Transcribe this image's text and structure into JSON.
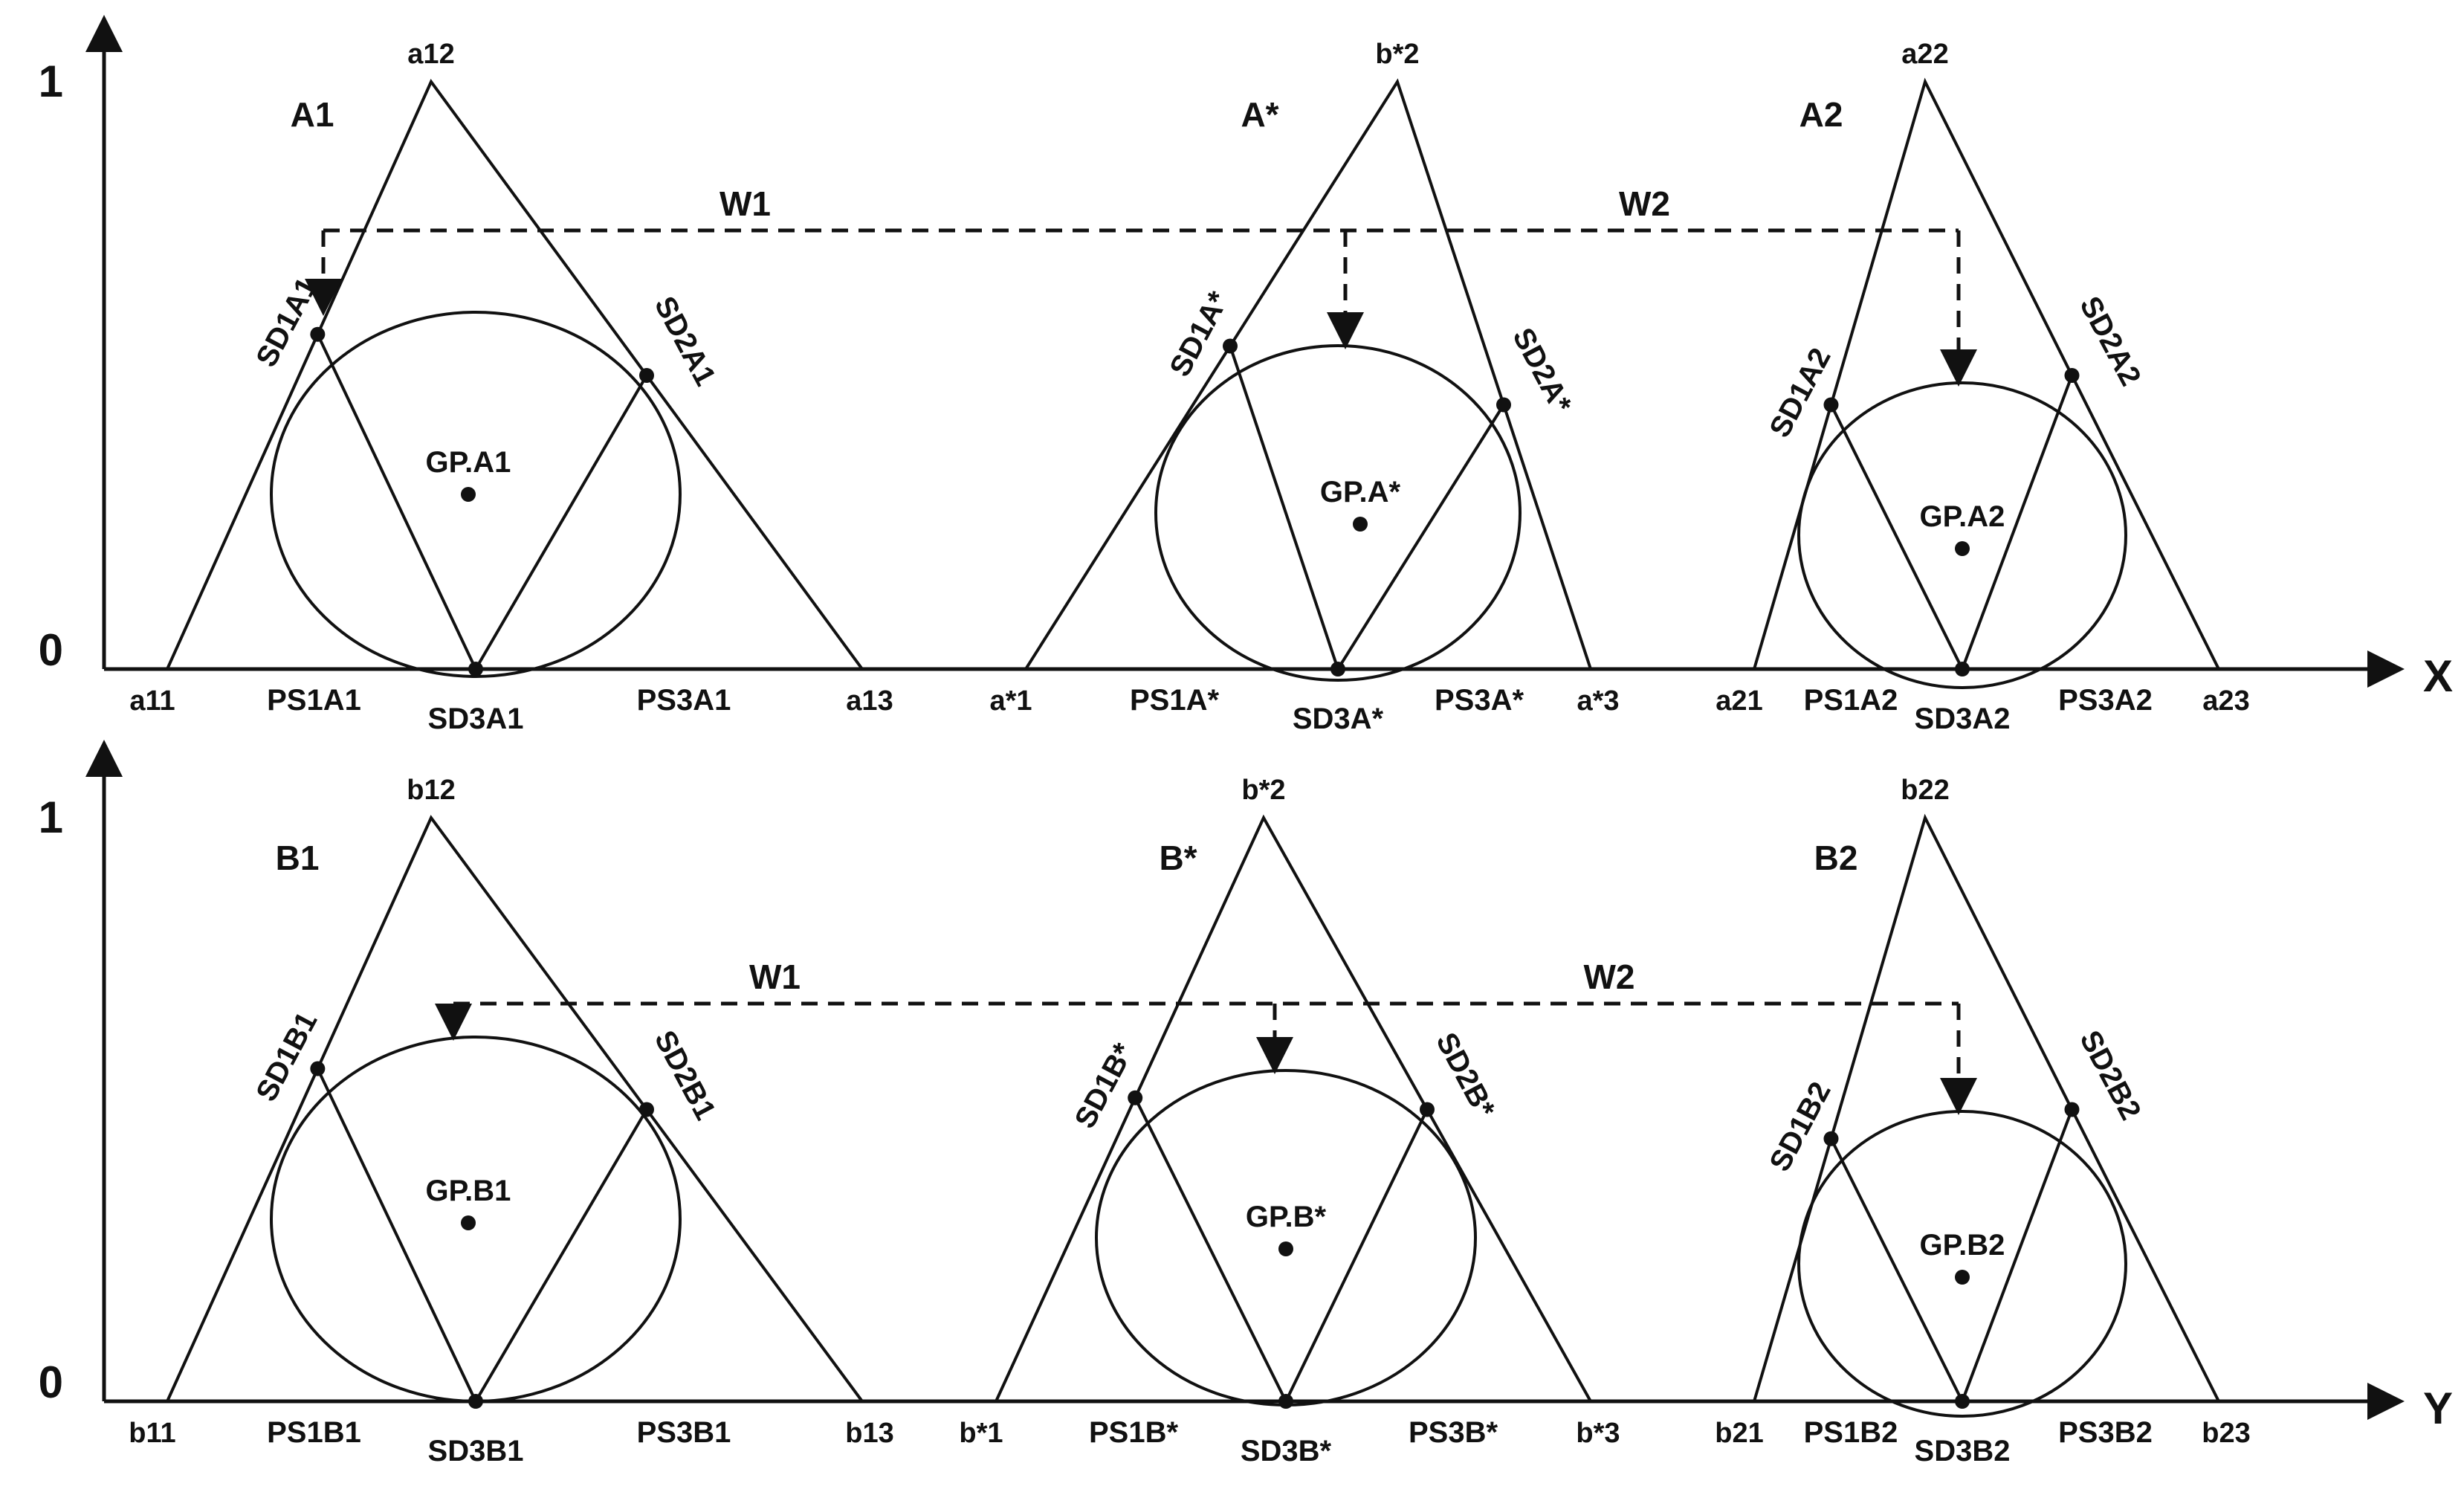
{
  "colors": {
    "ink": "#111111",
    "background": "#ffffff"
  },
  "panels": [
    {
      "axis_label": "X",
      "tick_one": "1",
      "tick_zero": "0",
      "connections": [
        {
          "label": "W1",
          "from": 0,
          "to": 1
        },
        {
          "label": "W2",
          "from": 1,
          "to": 2
        }
      ],
      "triangles": [
        {
          "name": "A1",
          "apex": "a12",
          "left": "a11",
          "right": "a13",
          "sd1": "SD1A1",
          "sd2": "SD2A1",
          "sd3": "SD3A1",
          "gp": "GP.A1",
          "ps1": "PS1A1",
          "ps3": "PS3A1"
        },
        {
          "name": "A*",
          "apex": "b*2",
          "left": "a*1",
          "right": "a*3",
          "sd1": "SD1A*",
          "sd2": "SD2A*",
          "sd3": "SD3A*",
          "gp": "GP.A*",
          "ps1": "PS1A*",
          "ps3": "PS3A*"
        },
        {
          "name": "A2",
          "apex": "a22",
          "left": "a21",
          "right": "a23",
          "sd1": "SD1A2",
          "sd2": "SD2A2",
          "sd3": "SD3A2",
          "gp": "GP.A2",
          "ps1": "PS1A2",
          "ps3": "PS3A2"
        }
      ]
    },
    {
      "axis_label": "Y",
      "tick_one": "1",
      "tick_zero": "0",
      "connections": [
        {
          "label": "W1",
          "from": 0,
          "to": 1
        },
        {
          "label": "W2",
          "from": 1,
          "to": 2
        }
      ],
      "triangles": [
        {
          "name": "B1",
          "apex": "b12",
          "left": "b11",
          "right": "b13",
          "sd1": "SD1B1",
          "sd2": "SD2B1",
          "sd3": "SD3B1",
          "gp": "GP.B1",
          "ps1": "PS1B1",
          "ps3": "PS3B1"
        },
        {
          "name": "B*",
          "apex": "b*2",
          "left": "b*1",
          "right": "b*3",
          "sd1": "SD1B*",
          "sd2": "SD2B*",
          "sd3": "SD3B*",
          "gp": "GP.B*",
          "ps1": "PS1B*",
          "ps3": "PS3B*"
        },
        {
          "name": "B2",
          "apex": "b22",
          "left": "b21",
          "right": "b23",
          "sd1": "SD1B2",
          "sd2": "SD2B2",
          "sd3": "SD3B2",
          "gp": "GP.B2",
          "ps1": "PS1B2",
          "ps3": "PS3B2"
        }
      ]
    }
  ]
}
